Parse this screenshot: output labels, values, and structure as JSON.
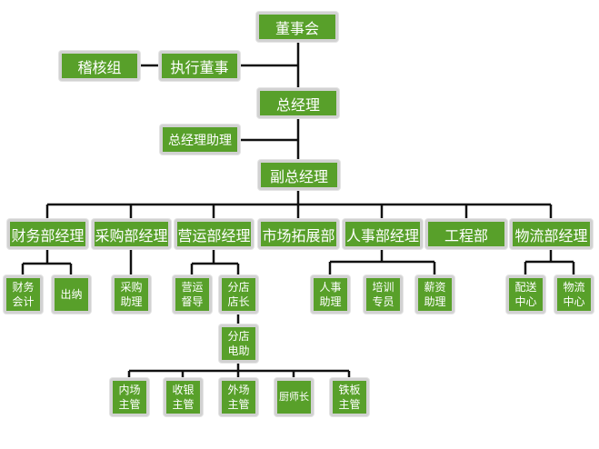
{
  "top": {
    "board": "董事会",
    "executive_director": "执行董事",
    "audit_group": "稽核组",
    "general_manager": "总经理",
    "gm_assistant": "总经理助理",
    "deputy_gm": "副总经理"
  },
  "departments": {
    "finance": "财务部经理",
    "purchasing": "采购部经理",
    "operations": "营运部经理",
    "marketing": "市场拓展部",
    "hr": "人事部经理",
    "engineering": "工程部",
    "logistics": "物流部经理"
  },
  "staff": {
    "accountant": "财务会计",
    "cashier": "出纳",
    "purchasing_assistant": "采购助理",
    "ops_supervisor": "营运督导",
    "store_manager": "分店店长",
    "hr_assistant": "人事助理",
    "training_specialist": "培训专员",
    "payroll_assistant": "薪资助理",
    "distribution_center": "配送中心",
    "logistics_center": "物流中心",
    "store_assistant": "分店电助",
    "kitchen_supervisor": "内场主管",
    "cashier_supervisor": "收银主管",
    "floor_supervisor": "外场主管",
    "head_chef": "厨师长",
    "teppanyaki_supervisor": "铁板主管"
  },
  "colors": {
    "box": "#58a02a",
    "border": "#d2d2d2",
    "line": "#111111"
  }
}
